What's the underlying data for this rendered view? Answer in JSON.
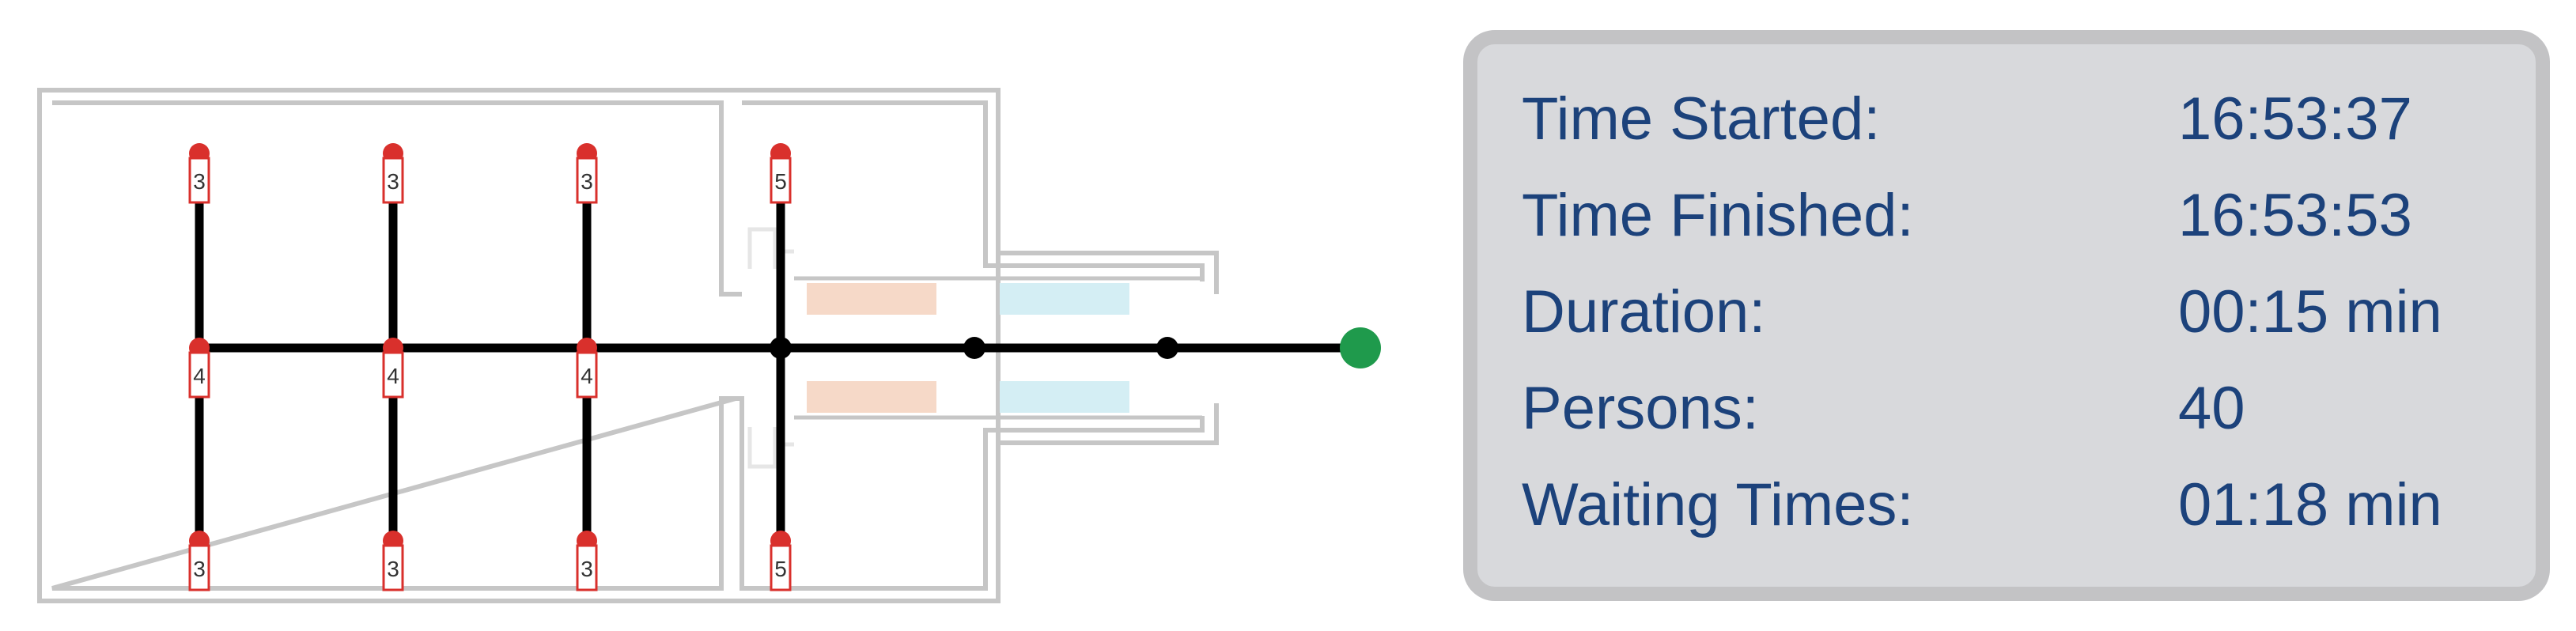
{
  "stats": {
    "rows": [
      {
        "label": "Time Started:",
        "value": "16:53:37"
      },
      {
        "label": "Time Finished:",
        "value": "16:53:53"
      },
      {
        "label": "Duration:",
        "value": "00:15 min"
      },
      {
        "label": "Persons:",
        "value": "40"
      },
      {
        "label": "Waiting Times:",
        "value": "01:18 min"
      }
    ]
  },
  "diagram": {
    "top_row_labels": [
      "3",
      "3",
      "3",
      "5"
    ],
    "middle_row_labels": [
      "4",
      "4",
      "4"
    ],
    "bottom_row_labels": [
      "3",
      "3",
      "3",
      "5"
    ],
    "colors": {
      "wall": "#c6c6c6",
      "path": "#000000",
      "source_marker": "#d9302c",
      "exit_marker": "#1f9a4c",
      "zone_orange": "#f6d9c8",
      "zone_cyan": "#d4eef4",
      "text_blue": "#1c427b"
    },
    "exit_icon": "exit-circle-icon"
  }
}
